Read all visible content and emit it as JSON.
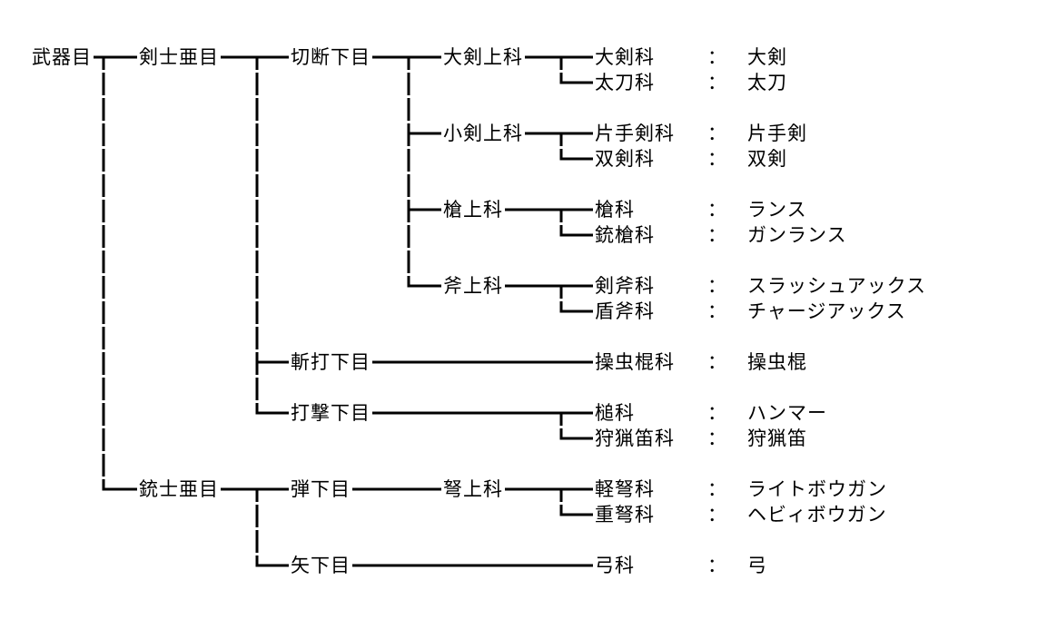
{
  "diagram": {
    "type": "taxonomy-tree",
    "separator": "：",
    "root": {
      "label": "武器目",
      "children": [
        {
          "label": "剣士亜目",
          "children": [
            {
              "label": "切断下目",
              "children": [
                {
                  "label": "大剣上科",
                  "children": [
                    {
                      "label": "大剣科",
                      "value": "大剣"
                    },
                    {
                      "label": "太刀科",
                      "value": "太刀"
                    }
                  ]
                },
                {
                  "label": "小剣上科",
                  "children": [
                    {
                      "label": "片手剣科",
                      "value": "片手剣"
                    },
                    {
                      "label": "双剣科",
                      "value": "双剣"
                    }
                  ]
                },
                {
                  "label": "槍上科",
                  "children": [
                    {
                      "label": "槍科",
                      "value": "ランス"
                    },
                    {
                      "label": "銃槍科",
                      "value": "ガンランス"
                    }
                  ]
                },
                {
                  "label": "斧上科",
                  "children": [
                    {
                      "label": "剣斧科",
                      "value": "スラッシュアックス"
                    },
                    {
                      "label": "盾斧科",
                      "value": "チャージアックス"
                    }
                  ]
                }
              ]
            },
            {
              "label": "斬打下目",
              "children": [
                {
                  "skip": true,
                  "children": [
                    {
                      "label": "操虫棍科",
                      "value": "操虫棍"
                    }
                  ]
                }
              ]
            },
            {
              "label": "打撃下目",
              "children": [
                {
                  "skip": true,
                  "children": [
                    {
                      "label": "槌科",
                      "value": "ハンマー"
                    },
                    {
                      "label": "狩猟笛科",
                      "value": "狩猟笛"
                    }
                  ]
                }
              ]
            }
          ]
        },
        {
          "label": "銃士亜目",
          "children": [
            {
              "label": "弾下目",
              "children": [
                {
                  "label": "弩上科",
                  "children": [
                    {
                      "label": "軽弩科",
                      "value": "ライトボウガン"
                    },
                    {
                      "label": "重弩科",
                      "value": "ヘビィボウガン"
                    }
                  ]
                }
              ]
            },
            {
              "label": "矢下目",
              "children": [
                {
                  "skip": true,
                  "children": [
                    {
                      "label": "弓科",
                      "value": "弓"
                    }
                  ]
                }
              ]
            }
          ]
        }
      ]
    }
  }
}
